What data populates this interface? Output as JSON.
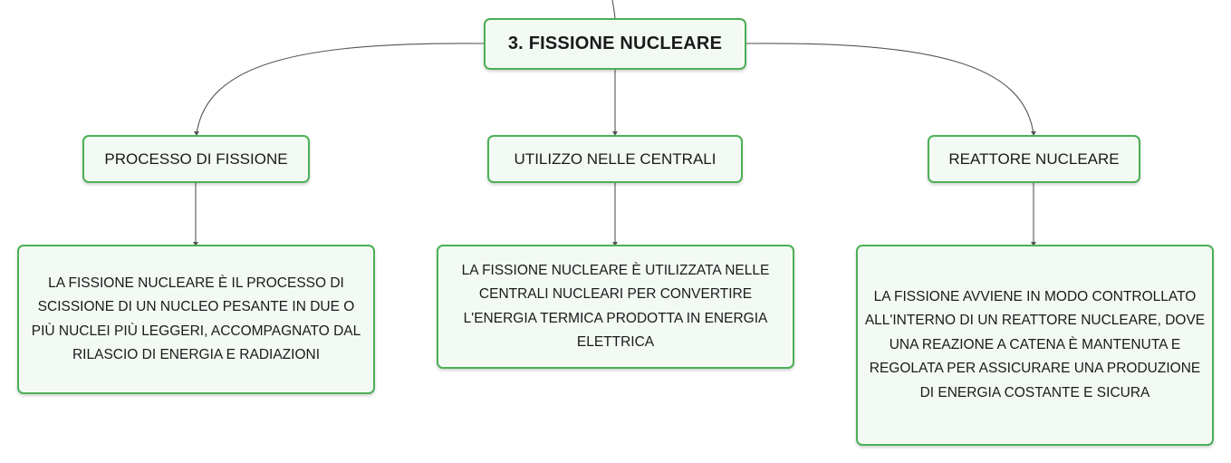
{
  "root": {
    "title": "3. FISSIONE NUCLEARE"
  },
  "branches": [
    {
      "label": "PROCESSO DI FISSIONE",
      "detail": "LA FISSIONE NUCLEARE È IL PROCESSO DI SCISSIONE DI UN NUCLEO PESANTE IN DUE O PIÙ NUCLEI PIÙ LEGGERI, ACCOMPAGNATO DAL RILASCIO DI ENERGIA E RADIAZIONI"
    },
    {
      "label": "UTILIZZO NELLE CENTRALI",
      "detail": "LA FISSIONE NUCLEARE È UTILIZZATA NELLE CENTRALI NUCLEARI PER CONVERTIRE L'ENERGIA TERMICA PRODOTTA IN ENERGIA ELETTRICA"
    },
    {
      "label": "REATTORE NUCLEARE",
      "detail": "LA FISSIONE AVVIENE IN MODO CONTROLLATO ALL'INTERNO DI UN REATTORE NUCLEARE, DOVE UNA REAZIONE A CATENA È MANTENUTA E REGOLATA PER ASSICURARE UNA PRODUZIONE DI ENERGIA COSTANTE E SICURA"
    }
  ],
  "colors": {
    "border": "#4cb056",
    "fill": "#f3faf4",
    "connector": "#555555"
  }
}
